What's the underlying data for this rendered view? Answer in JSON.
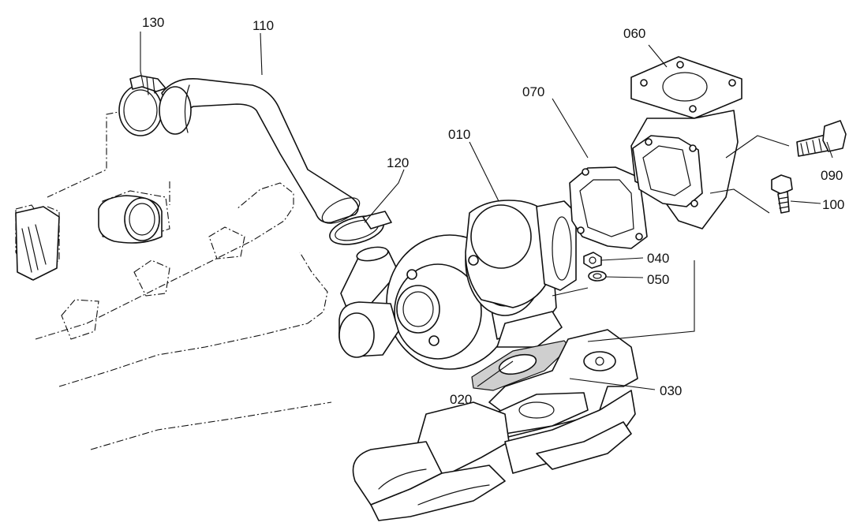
{
  "callouts": {
    "c010": "010",
    "c020": "020",
    "c030": "030",
    "c040": "040",
    "c050": "050",
    "c060": "060",
    "c070": "070",
    "c090": "090",
    "c100": "100",
    "c110": "110",
    "c120": "120",
    "c130": "130"
  }
}
